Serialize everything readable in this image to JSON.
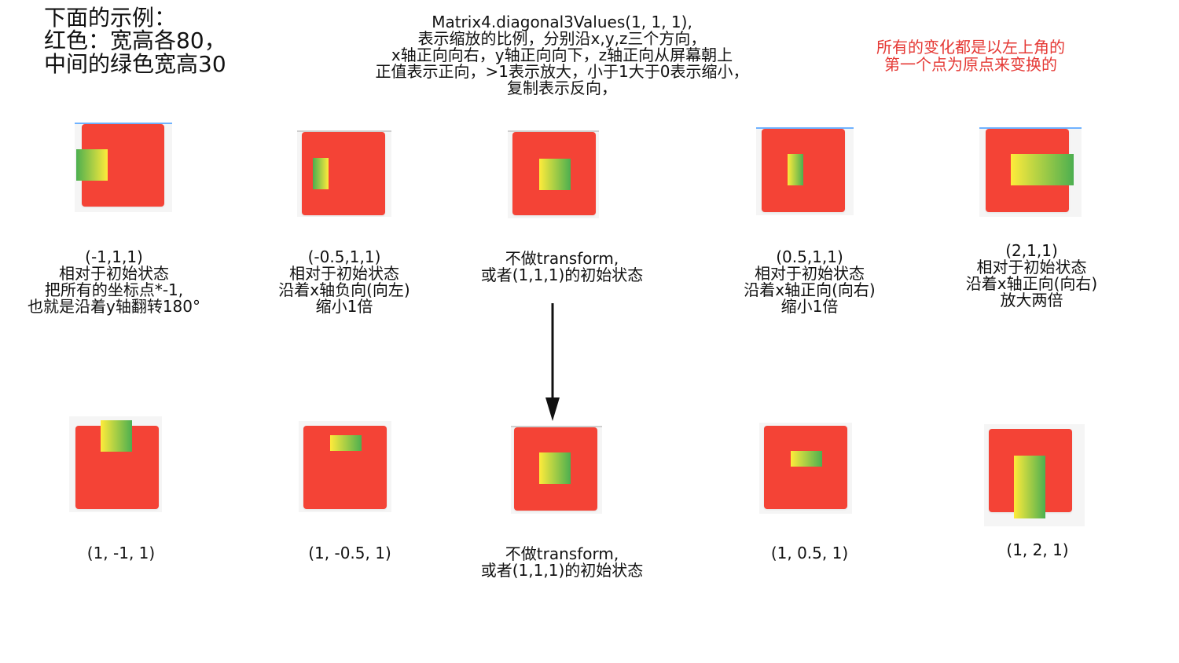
{
  "title_left": {
    "lines": [
      "下面的示例：",
      "红色：宽高各80，",
      "中间的绿色宽高30"
    ]
  },
  "title_center": {
    "lines": [
      "Matrix4.diagonal3Values(1, 1, 1),",
      "表示缩放的比例，分别沿x,y,z三个方向，",
      "x轴正向向右，y轴正向向下，z轴正向从屏幕朝上",
      "正值表示正向，>1表示放大，小于1大于0表示缩小，",
      "复制表示反向，"
    ]
  },
  "note_red": {
    "lines": [
      "所有的变化都是以左上角的",
      "第一个点为原点来变换的"
    ],
    "color": "#e53935"
  },
  "top_row": [
    {
      "caption_lines": [
        "(-1,1,1)",
        "相对于初始状态",
        "把所有的坐标点*-1,",
        "也就是沿着y轴翻转180°"
      ]
    },
    {
      "caption_lines": [
        "(-0.5,1,1)",
        "相对于初始状态",
        "沿着x轴负向(向左)",
        "缩小1倍"
      ]
    },
    {
      "caption_lines": [
        "不做transform,",
        "或者(1,1,1)的初始状态"
      ]
    },
    {
      "caption_lines": [
        "(0.5,1,1)",
        "相对于初始状态",
        "沿着x轴正向(向右)",
        "缩小1倍"
      ]
    },
    {
      "caption_lines": [
        "(2,1,1)",
        "相对于初始状态",
        "沿着x轴正向(向右)",
        "放大两倍"
      ]
    }
  ],
  "bottom_row": [
    {
      "caption_lines": [
        "(1, -1, 1)"
      ]
    },
    {
      "caption_lines": [
        "(1, -0.5, 1)"
      ]
    },
    {
      "caption_lines": [
        "不做transform,",
        "或者(1,1,1)的初始状态"
      ]
    },
    {
      "caption_lines": [
        "(1, 0.5, 1)"
      ]
    },
    {
      "caption_lines": [
        "(1, 2, 1)"
      ]
    }
  ],
  "colors": {
    "red_square": "#f44336",
    "green_start": "#ffeb3b",
    "green_end": "#4caf50",
    "blue_edge": "#6fb2ff",
    "text": "#111111"
  }
}
